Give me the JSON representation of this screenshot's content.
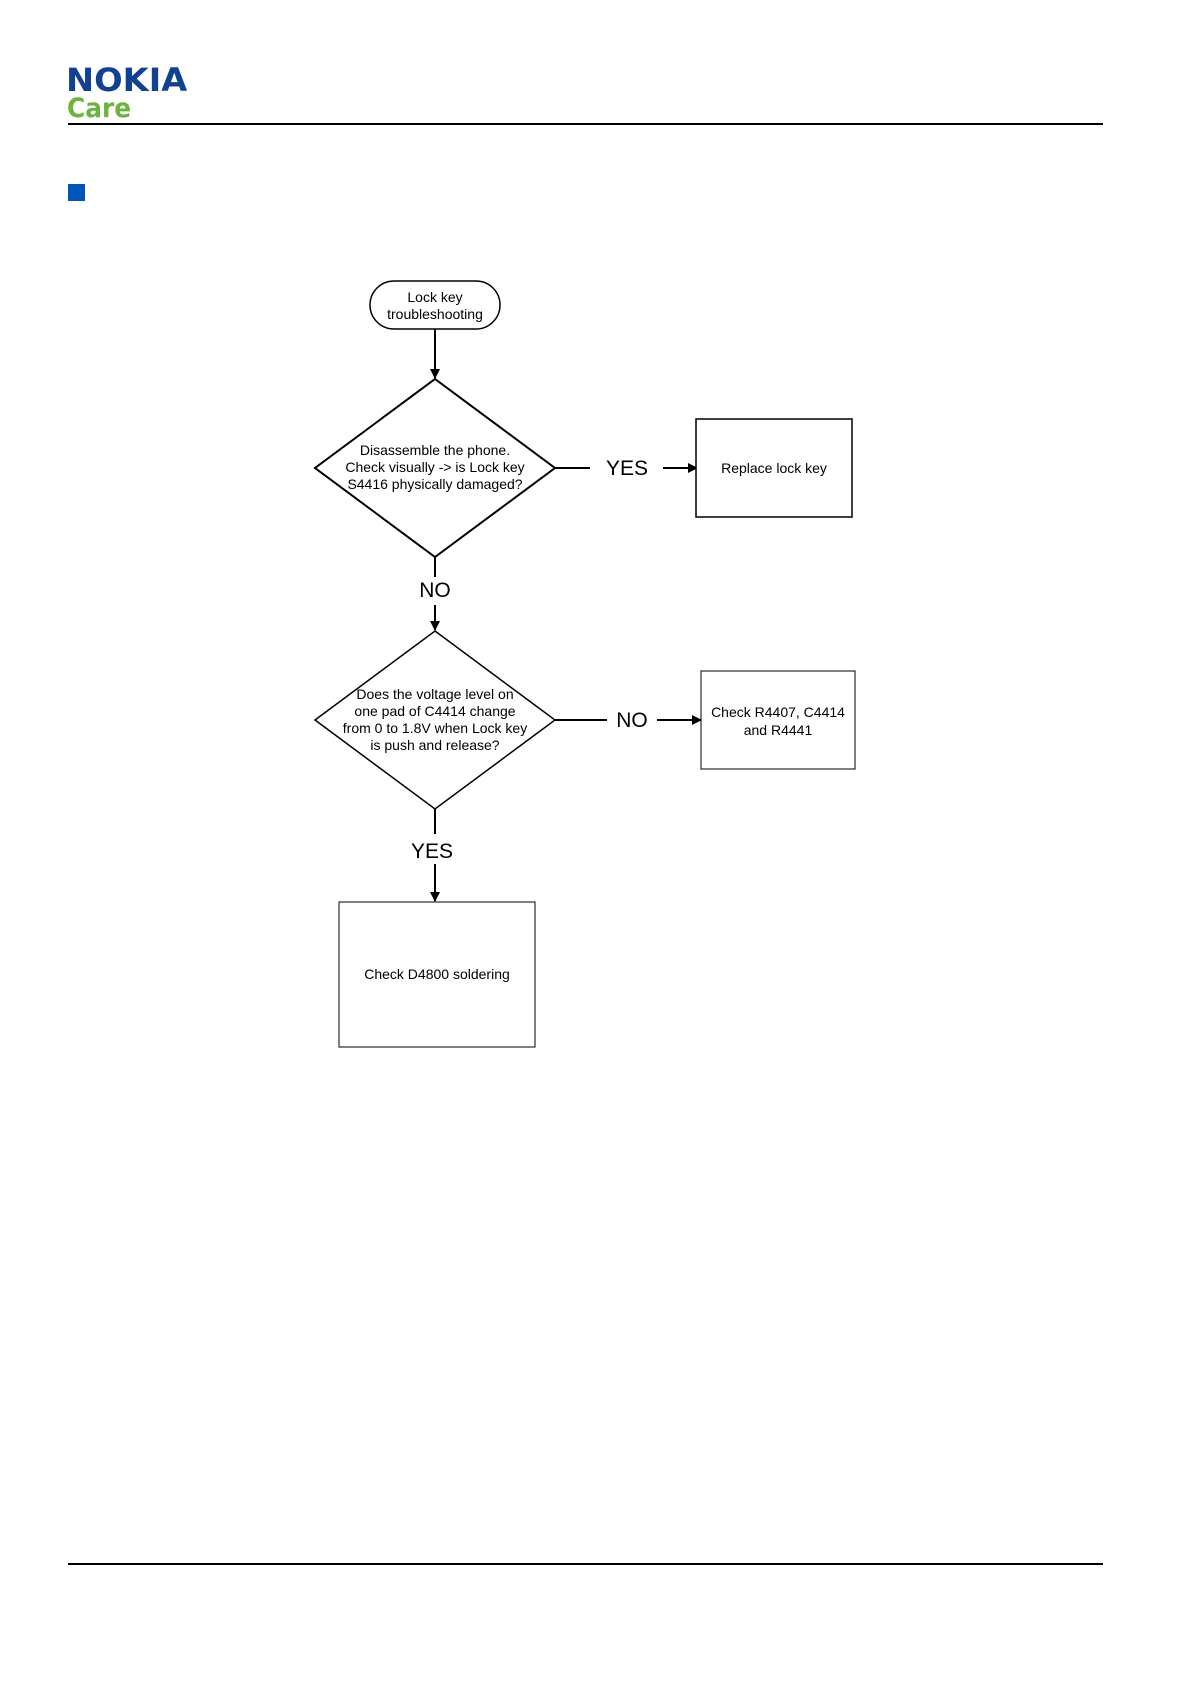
{
  "brand": {
    "nokia": "NOKIA",
    "care": "Care",
    "nokia_color": "#124191",
    "care_color": "#6cb33f"
  },
  "section_marker_color": "#0055b8",
  "flowchart": {
    "start": [
      "Lock key",
      "troubleshooting"
    ],
    "question_1": [
      "Disassemble the phone.",
      "Check visually -> is Lock key",
      "S4416 physically damaged?"
    ],
    "question_1_yes": "YES",
    "question_1_no": "NO",
    "action_replace": "Replace lock key",
    "question_2": [
      "Does the voltage level on",
      "one pad of C4414 change",
      "from 0 to 1.8V when Lock key",
      "is push and release?"
    ],
    "question_2_no": "NO",
    "question_2_yes": "YES",
    "action_check_resistors": [
      "Check R4407, C4414",
      "and R4441"
    ],
    "action_check_soldering": "Check D4800 soldering"
  }
}
